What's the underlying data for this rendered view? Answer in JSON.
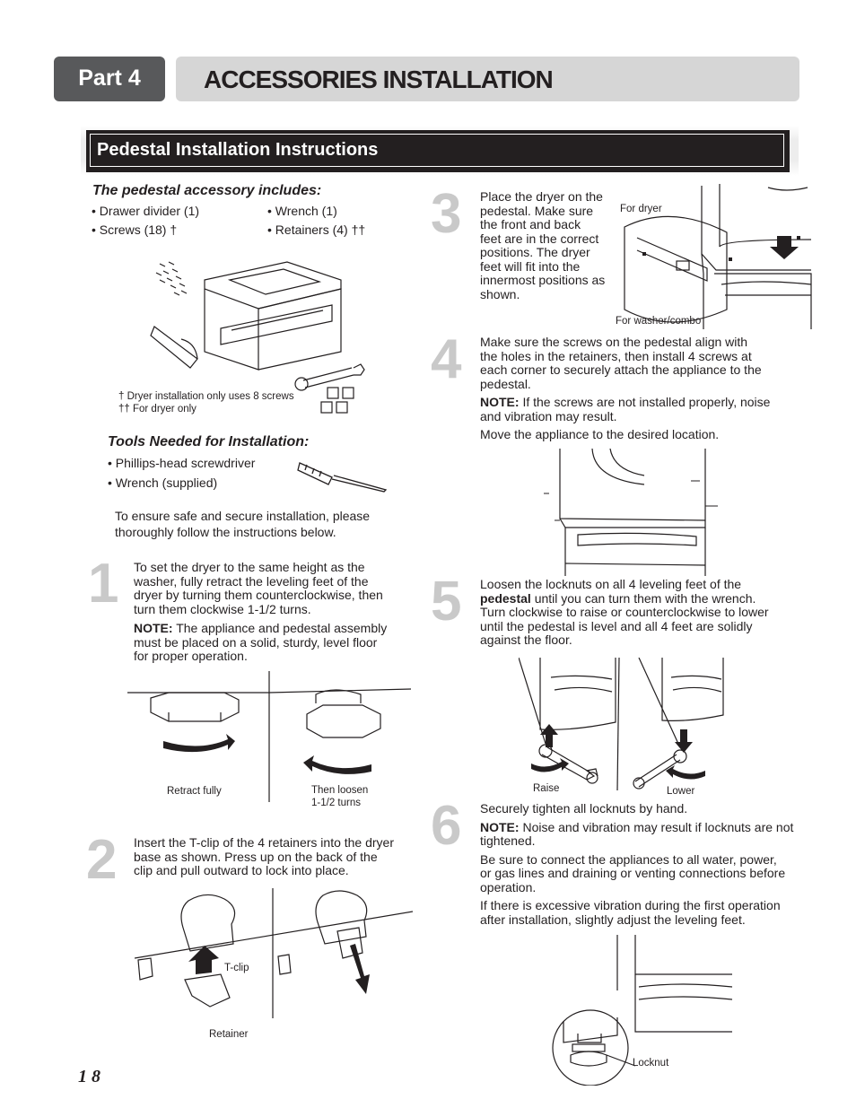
{
  "header": {
    "part_label": "Part 4",
    "title": "ACCESSORIES INSTALLATION"
  },
  "section": {
    "title": "Pedestal Installation Instructions"
  },
  "includes": {
    "heading": "The pedestal accessory includes:",
    "items": [
      "• Drawer divider (1)",
      "• Wrench (1)",
      "• Screws (18) †",
      "• Retainers (4) ††"
    ],
    "footnote_1": "† Dryer installation only uses 8 screws",
    "footnote_2": "†† For dryer only"
  },
  "tools": {
    "heading": "Tools Needed for Installation:",
    "items": [
      "• Phillips-head screwdriver",
      "• Wrench (supplied)"
    ],
    "intro_line1": "To ensure safe and  secure installation, please",
    "intro_line2": "thoroughly follow the instructions below."
  },
  "steps": {
    "s1": {
      "number": "1",
      "lines": [
        "To set the dryer to the same height as the",
        "washer, fully retract the leveling feet of the",
        "dryer by turning them counterclockwise, then",
        "turn them clockwise 1-1/2 turns."
      ],
      "note_label": "NOTE:",
      "note_lines": [
        " The appliance and pedestal assembly",
        "must be placed on a solid, sturdy, level floor",
        "for proper operation."
      ],
      "caption_left": "Retract fully",
      "caption_right_1": "Then loosen",
      "caption_right_2": "1-1/2 turns"
    },
    "s2": {
      "number": "2",
      "lines": [
        "Insert the T-clip of the 4 retainers into the dryer",
        "base as shown. Press up on the back of the",
        "clip and pull outward to lock into place."
      ],
      "label_tclip": "T-clip",
      "label_retainer": "Retainer"
    },
    "s3": {
      "number": "3",
      "lines": [
        "Place the dryer on the",
        "pedestal. Make sure",
        "the front and back",
        "feet are in the correct",
        "positions. The dryer",
        "feet will fit into the",
        "innermost positions as",
        "shown."
      ],
      "label_dryer": "For dryer",
      "label_washer": "For washer/combo"
    },
    "s4": {
      "number": "4",
      "lines": [
        "Make sure the screws on the pedestal align with",
        "the holes in the retainers, then install 4 screws at",
        "each corner to securely attach the appliance to the",
        "pedestal."
      ],
      "note_label": "NOTE:",
      "note_line1": " If the screws are not installed properly, noise",
      "note_line2": "and vibration may result.",
      "move": "Move the appliance to the desired location."
    },
    "s5": {
      "number": "5",
      "line1": "Loosen the locknuts on all 4 leveling feet of the",
      "line2_bold": "pedestal",
      "line2_rest": " until you can turn them with the wrench.",
      "lines_rest": [
        "Turn clockwise to raise or counterclockwise to lower",
        "until the pedestal is level and all 4 feet are solidly",
        "against the floor."
      ],
      "label_raise": "Raise",
      "label_lower": "Lower"
    },
    "s6": {
      "number": "6",
      "line1": "Securely tighten all locknuts by hand.",
      "note_label": "NOTE:",
      "note_line1": " Noise and vibration may result if locknuts are not",
      "note_line2": "tightened.",
      "para2": [
        "Be sure to connect the appliances to all water, power,",
        "or gas lines and draining or venting connections before",
        "operation."
      ],
      "para3": [
        "If there is excessive vibration during the first operation",
        "after installation, slightly adjust the leveling feet."
      ],
      "label_locknut": "Locknut"
    }
  },
  "page_number": "1 8"
}
